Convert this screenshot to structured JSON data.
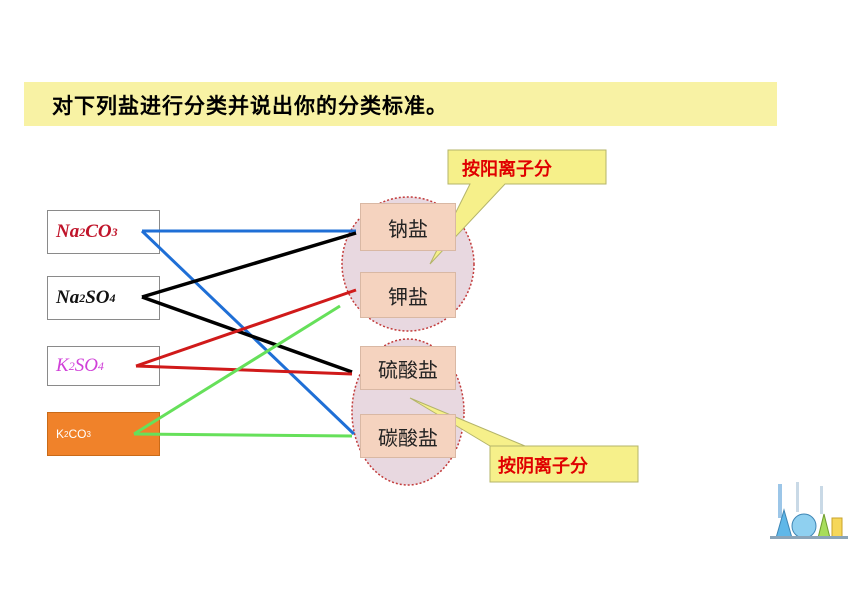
{
  "title": "对下列盐进行分类并说出你的分类标准。",
  "salts": [
    {
      "base": "Na",
      "s1": "2",
      "mid": "CO",
      "s2": "3"
    },
    {
      "base": "Na",
      "s1": "2",
      "mid": "SO",
      "s2": "4"
    },
    {
      "base": "K",
      "s1": "2",
      "mid": "SO",
      "s2": "4"
    },
    {
      "base": "K",
      "s1": "2",
      "mid": "CO",
      "s2": "3"
    }
  ],
  "categories": [
    "钠盐",
    "钾盐",
    "硫酸盐",
    "碳酸盐"
  ],
  "callouts": {
    "cation": "按阳离子分",
    "anion": "按阴离子分"
  },
  "colors": {
    "title_bar": "#f8f2a4",
    "line_blue": "#1f6fd6",
    "line_black": "#000000",
    "line_red": "#d01a1a",
    "line_green": "#66e05a",
    "callout_fill": "#f6f08a",
    "category_fill": "#f5d3bf",
    "ellipse_fill": "#e8d8e0",
    "callout_text": "#e00000"
  },
  "icons": [
    "lab-flasks-icon"
  ]
}
